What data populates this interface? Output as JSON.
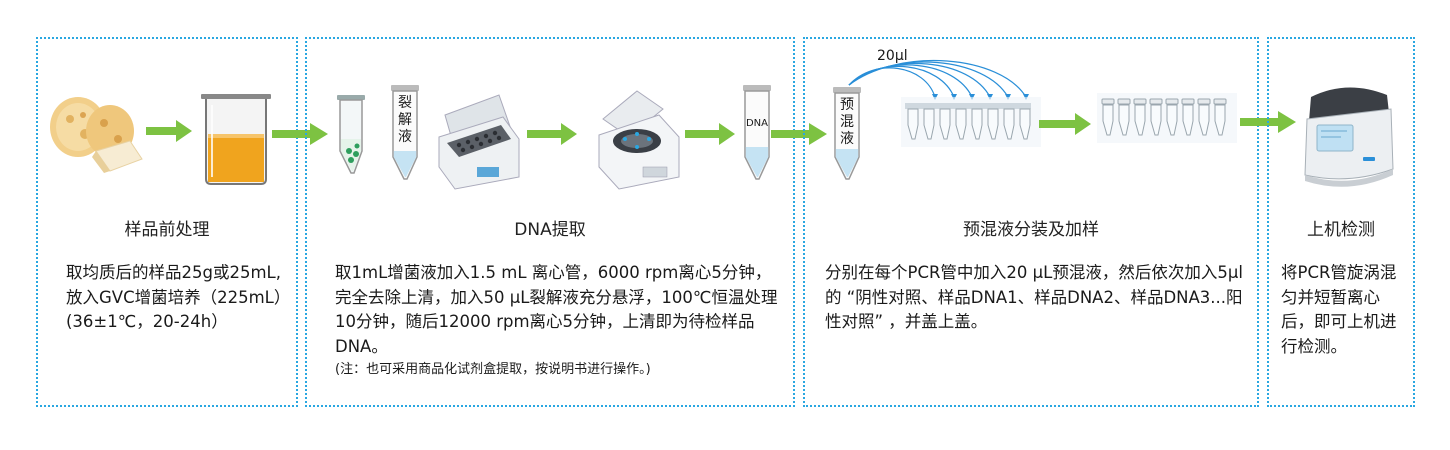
{
  "panels": [
    {
      "title": "样品前处理",
      "body": "取均质后的样品25g或25mL,放入GVC增菌培养（225mL）(36±1℃，20-24h）"
    },
    {
      "title": "DNA提取",
      "body": "取1mL增菌液加入1.5 mL 离心管，6000 rpm离心5分钟，完全去除上清，加入50 μL裂解液充分悬浮，100℃恒温处理10分钟，随后12000 rpm离心5分钟，上清即为待检样品DNA。",
      "note": "(注：也可采用商品化试剂盒提取，按说明书进行操作。)",
      "tube_label_lysis": "裂解液",
      "tube_label_dna": "DNA"
    },
    {
      "title": "预混液分装及加样",
      "body": "分别在每个PCR管中加入20 μL预混液，然后依次加入5μl的 “阴性对照、样品DNA1、样品DNA2、样品DNA3...阳性对照” ，并盖上盖。",
      "tube_label_premix": "预混液",
      "volume_label": "20μl"
    },
    {
      "title": "上机检测",
      "body": "将PCR管旋涡混匀并短暂离心后，即可上机进行检测。"
    }
  ],
  "colors": {
    "panel_border": "#2aa7e1",
    "arrow": "#7dc242",
    "liquid_amber": "#f0a41e",
    "liquid_blue": "#c5e3f3",
    "pipette_line": "#2a8fd8"
  }
}
